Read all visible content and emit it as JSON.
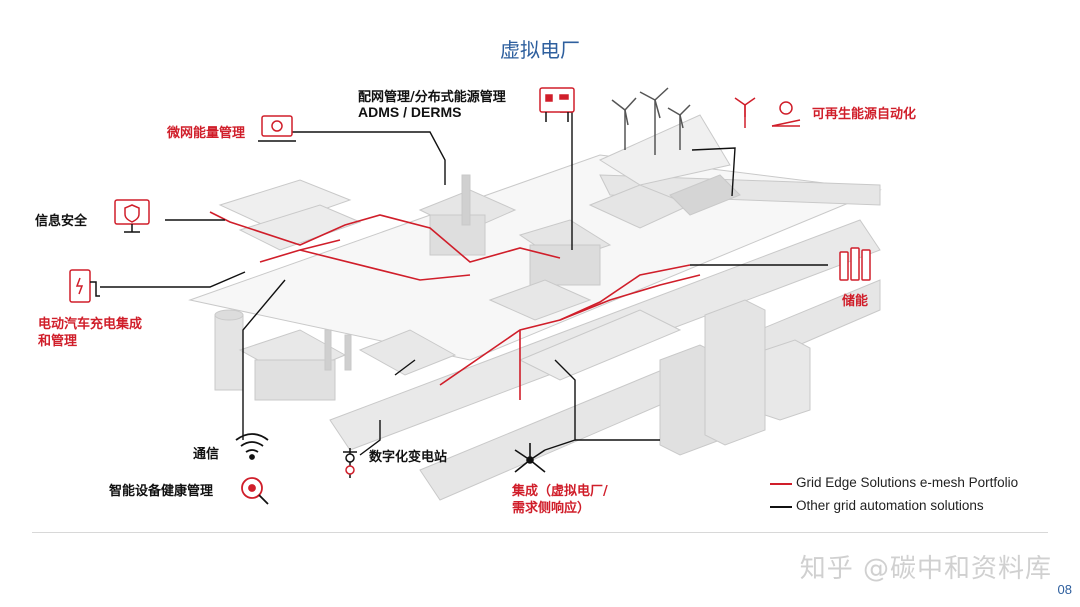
{
  "title": "虚拟电厂",
  "labels": {
    "adms_line1": "配网管理/分布式能源管理",
    "adms_line2": "ADMS / DERMS",
    "microgrid": "微网能量管理",
    "renewable": "可再生能源自动化",
    "security": "信息安全",
    "ev_line1": "电动汽车充电集成",
    "ev_line2": "和管理",
    "storage": "储能",
    "communication": "通信",
    "asset_health": "智能设备健康管理",
    "digital_substation": "数字化变电站",
    "integration_line1": "集成（虚拟电厂/",
    "integration_line2": "需求侧响应）"
  },
  "legend": [
    {
      "label": "Grid Edge Solutions e-mesh Portfolio",
      "color": "#d01e2a"
    },
    {
      "label": "Other grid automation solutions",
      "color": "#111111"
    }
  ],
  "watermark": "知乎 @碳中和资料库",
  "page_number": "08",
  "colors": {
    "accent_red": "#d01e2a",
    "title_blue": "#2e5f9e",
    "line_dark": "#111111"
  }
}
